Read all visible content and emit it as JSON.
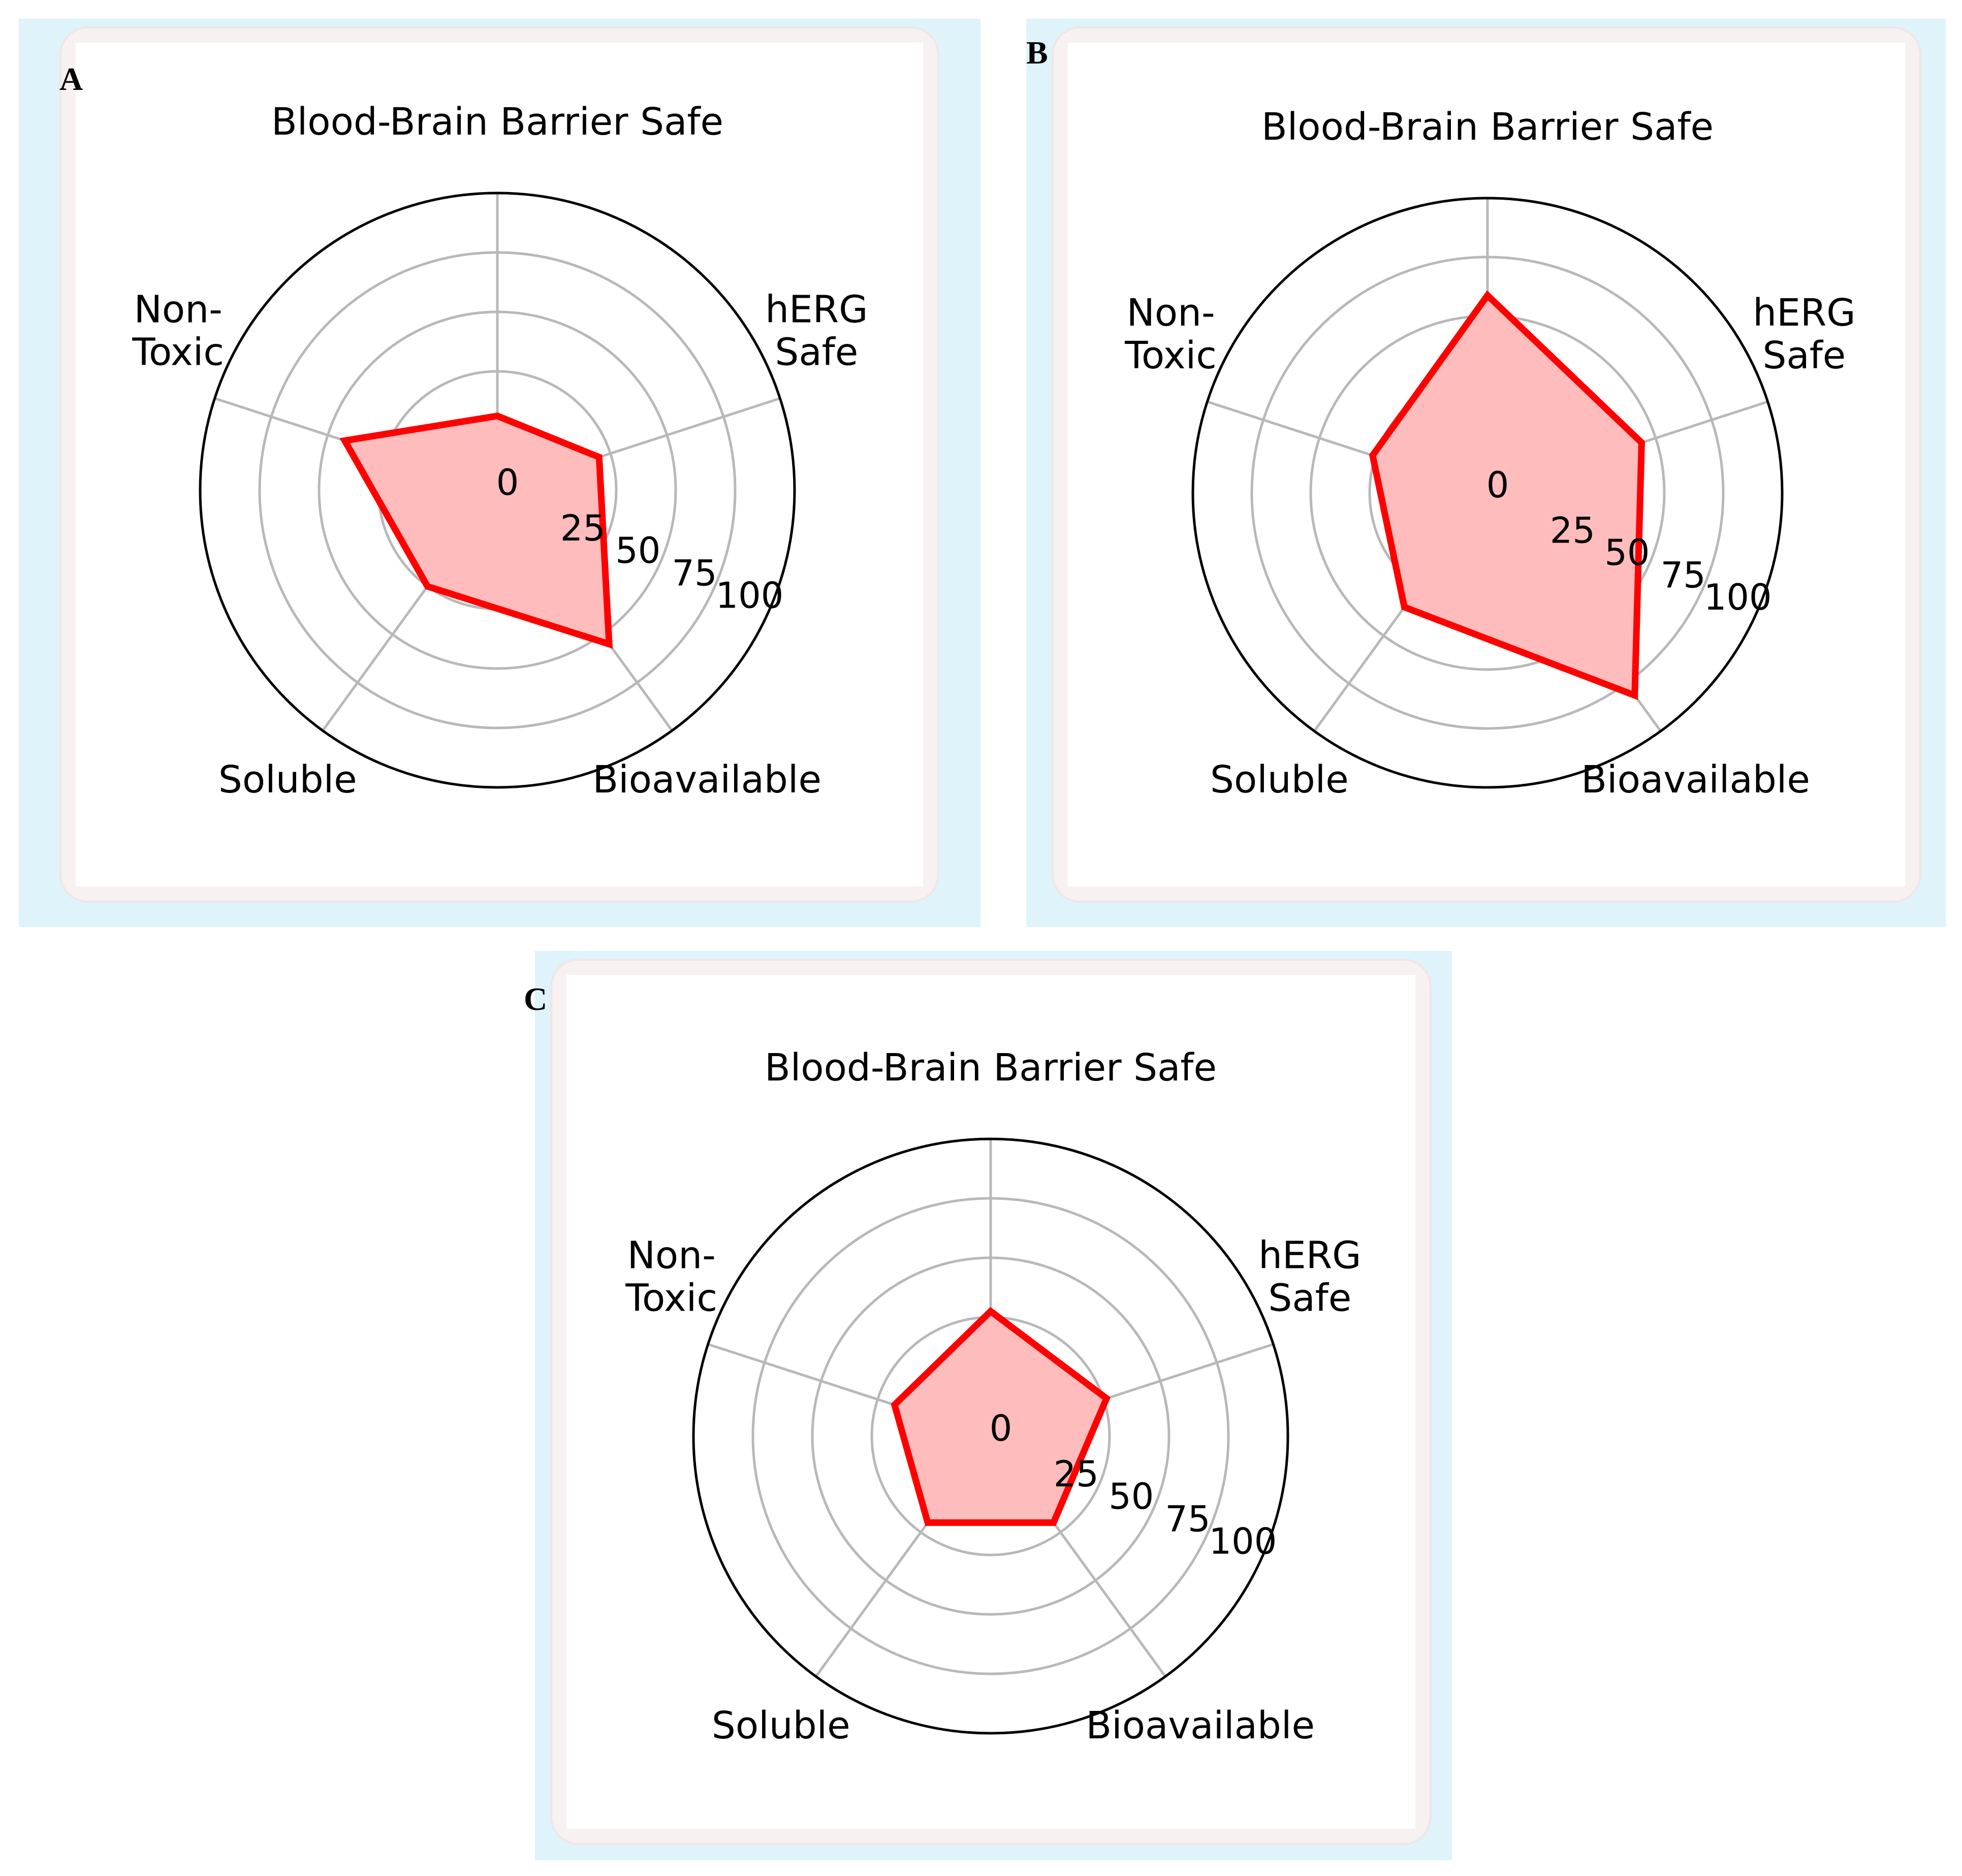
{
  "panels": [
    {
      "letter": "A"
    },
    {
      "letter": "B"
    },
    {
      "letter": "C"
    }
  ],
  "chart_data": [
    {
      "type": "radar",
      "axes": [
        "Blood-Brain Barrier Safe",
        "hERG Safe",
        "Bioavailable",
        "Soluble",
        "Non-Toxic"
      ],
      "axis_label_lines": [
        [
          "Blood-Brain Barrier Safe"
        ],
        [
          "hERG",
          "Safe"
        ],
        [
          "Bioavailable"
        ],
        [
          "Soluble"
        ],
        [
          "Non-",
          "Toxic"
        ]
      ],
      "radial_ticks": [
        "0",
        "25",
        "50",
        "75",
        "100"
      ],
      "rlim": [
        0,
        100
      ],
      "values": [
        25,
        36,
        64,
        40,
        54
      ],
      "line_color": "#ff0000",
      "fill_color": "#ffbcbc",
      "grid": true
    },
    {
      "type": "radar",
      "axes": [
        "Blood-Brain Barrier Safe",
        "hERG Safe",
        "Bioavailable",
        "Soluble",
        "Non-Toxic"
      ],
      "axis_label_lines": [
        [
          "Blood-Brain Barrier Safe"
        ],
        [
          "hERG",
          "Safe"
        ],
        [
          "Bioavailable"
        ],
        [
          "Soluble"
        ],
        [
          "Non-",
          "Toxic"
        ]
      ],
      "radial_ticks": [
        "0",
        "25",
        "50",
        "75",
        "100"
      ],
      "rlim": [
        0,
        100
      ],
      "values": [
        67,
        55,
        85,
        48,
        41
      ],
      "line_color": "#ff0000",
      "fill_color": "#ffbcbc",
      "grid": true
    },
    {
      "type": "radar",
      "axes": [
        "Blood-Brain Barrier Safe",
        "hERG Safe",
        "Bioavailable",
        "Soluble",
        "Non-Toxic"
      ],
      "axis_label_lines": [
        [
          "Blood-Brain Barrier Safe"
        ],
        [
          "hERG",
          "Safe"
        ],
        [
          "Bioavailable"
        ],
        [
          "Soluble"
        ],
        [
          "Non-",
          "Toxic"
        ]
      ],
      "radial_ticks": [
        "0",
        "25",
        "50",
        "75",
        "100"
      ],
      "rlim": [
        0,
        100
      ],
      "values": [
        42,
        41,
        36,
        36,
        34
      ],
      "line_color": "#ff0000",
      "fill_color": "#ffbcbc",
      "grid": true
    }
  ]
}
